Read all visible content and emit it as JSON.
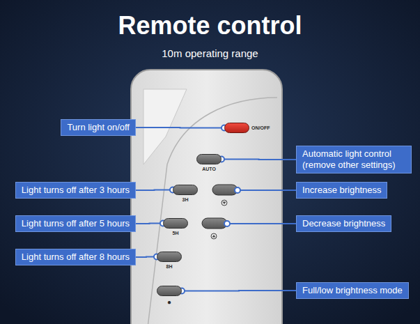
{
  "diagram": {
    "title": "Remote control",
    "nodes": [
      {
        "text": [
          "Turn light on/off"
        ]
      },
      {
        "text": [
          "ON/OFF"
        ]
      },
      {
        "text": [
          "Automatic light control (remove other settings)"
        ]
      },
      {
        "text": [
          "AUTO"
        ]
      },
      {
        "text": [
          "Light turns off after 3 hours"
        ]
      },
      {
        "text": [
          "3H"
        ]
      },
      {
        "text": [
          "Increase brightness"
        ]
      },
      {
        "text": [
          "Light turns off after 5 hours"
        ]
      },
      {
        "text": [
          "5H"
        ]
      },
      {
        "text": [
          "Decrease brightness"
        ]
      },
      {
        "text": [
          "Light turns off after 8 hours"
        ]
      },
      {
        "text": [
          "8H"
        ]
      },
      {
        "text": [
          "Full/low brightness mode"
        ]
      },
      {
        "text": [
          "●"
        ]
      }
    ],
    "edges": [
      {
        "from": 0,
        "to": 1,
        "arrow": "none"
      },
      {
        "from": 2,
        "to": 3,
        "arrow": "none"
      },
      {
        "from": 4,
        "to": 5,
        "arrow": "none"
      },
      {
        "from": 7,
        "to": 8,
        "arrow": "none"
      },
      {
        "from": 10,
        "to": 11,
        "arrow": "none"
      },
      {
        "from": 12,
        "to": 13,
        "arrow": "none"
      }
    ],
    "labels": [
      "10m operating range"
    ]
  }
}
